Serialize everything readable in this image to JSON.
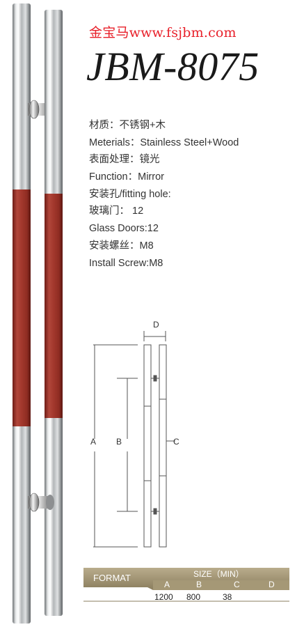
{
  "header": {
    "site": "金宝马www.fsjbm.com",
    "model": "JBM-8075"
  },
  "specs": [
    "材质：不锈钢+木",
    "Meterials：Stainless Steel+Wood",
    "表面处理：镜光",
    "Function：Mirror",
    "安装孔/fitting hole:",
    "玻璃门： 12",
    "Glass Doors:12",
    "安装螺丝：M8",
    "Install Screw:M8"
  ],
  "diagram": {
    "label_a": "A",
    "label_b": "B",
    "label_c": "C",
    "label_d": "D"
  },
  "table": {
    "format_label": "FORMAT",
    "size_label": "SIZE（MIN）",
    "columns": [
      "A",
      "B",
      "C",
      "D"
    ],
    "values": [
      "1200",
      "800",
      "38",
      ""
    ]
  },
  "colors": {
    "wood": "#a8372e",
    "steel": "#c9cbcd",
    "table_header": "#9c8f70",
    "site_red": "#e8202a"
  }
}
